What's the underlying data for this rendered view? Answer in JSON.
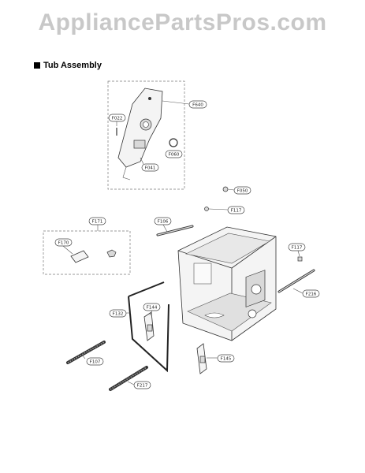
{
  "watermark": "AppliancePartsPros.com",
  "section_title": "Tub Assembly",
  "labels": {
    "f640": "F640",
    "f022": "F022",
    "f060": "F060",
    "f041": "F041",
    "f050": "F050",
    "f117a": "F117",
    "f106": "F106",
    "f171": "F171",
    "f170": "F170",
    "f117b": "F117",
    "f216": "F216",
    "f132": "F132",
    "f144": "F144",
    "f107": "F107",
    "f145": "F145",
    "f217": "F217"
  }
}
